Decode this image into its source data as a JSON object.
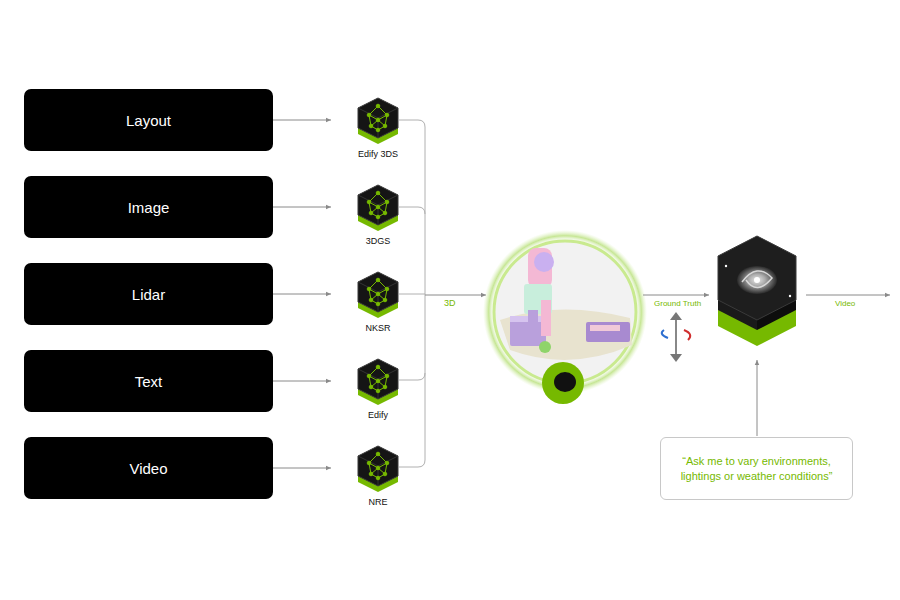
{
  "diagram": {
    "nodes": [
      {
        "text": [
          "Layout"
        ]
      },
      {
        "text": [
          "Image"
        ]
      },
      {
        "text": [
          "Lidar"
        ]
      },
      {
        "text": [
          "Text"
        ]
      },
      {
        "text": [
          "Video"
        ]
      },
      {
        "text": [
          "Edify 3DS"
        ]
      },
      {
        "text": [
          "3DGS"
        ]
      },
      {
        "text": [
          "NKSR"
        ]
      },
      {
        "text": [
          "Edify"
        ]
      },
      {
        "text": [
          "NRE"
        ]
      },
      {
        "text": [
          "“Ask me to vary environments, lightings or weather conditions”"
        ]
      }
    ],
    "edges": [
      {
        "from": 0,
        "to": 5,
        "arrow": "to"
      },
      {
        "from": 1,
        "to": 6,
        "arrow": "to"
      },
      {
        "from": 2,
        "to": 7,
        "arrow": "to"
      },
      {
        "from": 3,
        "to": 8,
        "arrow": "to"
      },
      {
        "from": 4,
        "to": 9,
        "arrow": "to"
      }
    ],
    "labels": [
      "3D",
      "Ground Truth",
      "Video"
    ]
  }
}
